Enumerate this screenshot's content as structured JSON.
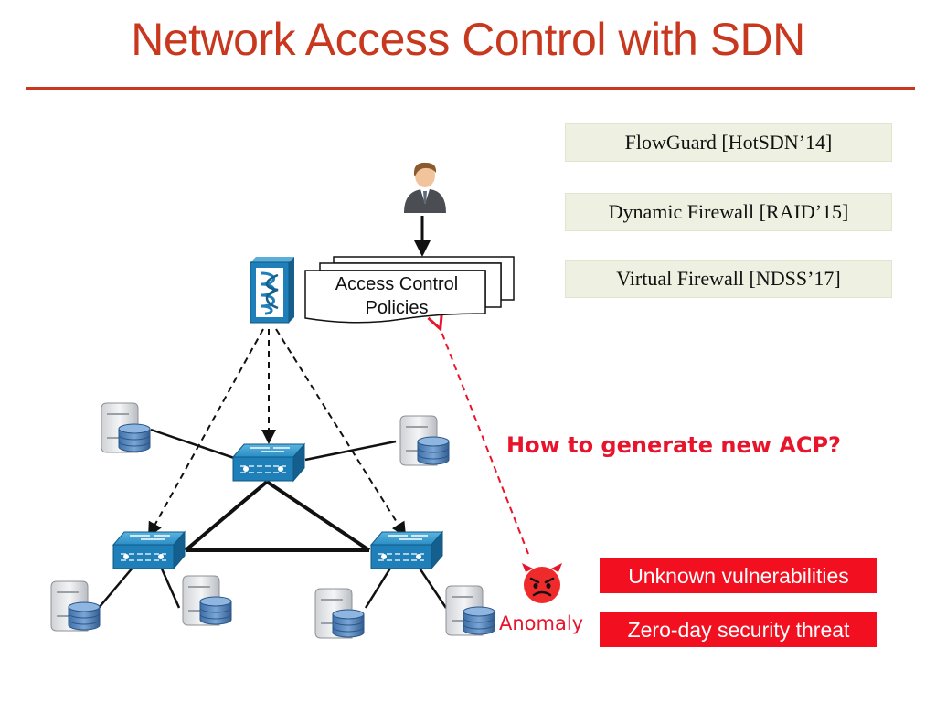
{
  "title": "Network Access Control with SDN",
  "references": [
    "FlowGuard [HotSDN’14]",
    "Dynamic Firewall [RAID’15]",
    "Virtual Firewall [NDSS’17]"
  ],
  "question": "How to generate new ACP?",
  "policies_label_line1": "Access Control",
  "policies_label_line2": "Policies",
  "anomaly_label": "Anomaly",
  "threats": [
    "Unknown vulnerabilities",
    "Zero-day security threat"
  ],
  "icons": {
    "controller": "sdn-controller-icon",
    "admin": "administrator-person-icon",
    "policies": "document-stack-icon",
    "switch": "network-switch-icon",
    "server": "server-database-icon",
    "anomaly": "devil-face-icon"
  },
  "colors": {
    "title": "#c8381f",
    "question": "#e8142b",
    "threat_box": "#f20f1f",
    "reference_box": "#eef0e1",
    "switch": "#1f7fb8",
    "anomaly_arrow": "#e8142b"
  }
}
